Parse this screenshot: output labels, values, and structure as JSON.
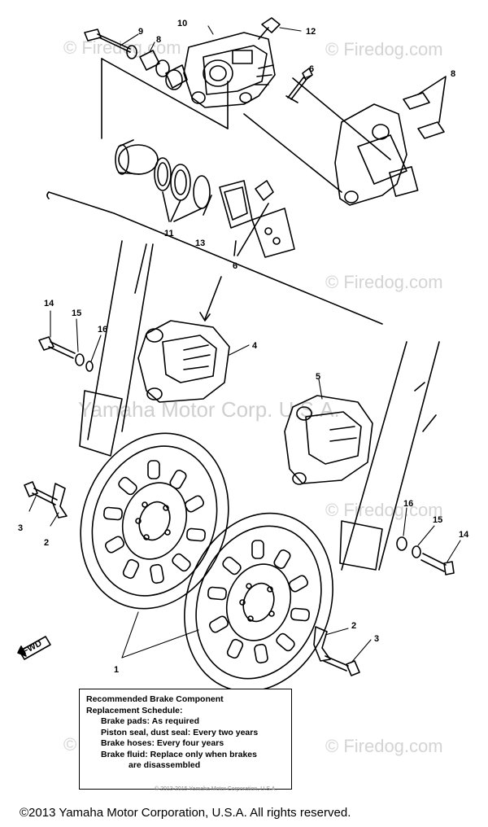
{
  "watermark": {
    "text": "© Firedog.com",
    "center_text": "Yamaha Motor Corp. U.S.A."
  },
  "callouts": [
    "1",
    "2",
    "3",
    "4",
    "5",
    "6",
    "8",
    "9",
    "10",
    "11",
    "12",
    "13",
    "14",
    "15",
    "16"
  ],
  "fwd_label": "FWD",
  "note": {
    "line1": "Recommended Brake Component",
    "line2": "Replacement Schedule:",
    "line3": "Brake pads: As required",
    "line4": "Piston seal, dust seal: Every two years",
    "line5": "Brake hoses: Every four years",
    "line6": "Brake fluid: Replace only when brakes",
    "line7": "are disassembled",
    "small": "© 2013-2015 Yamaha Motor Corporation, U.S.A."
  },
  "copyright": "©2013 Yamaha Motor Corporation, U.S.A. All rights reserved."
}
